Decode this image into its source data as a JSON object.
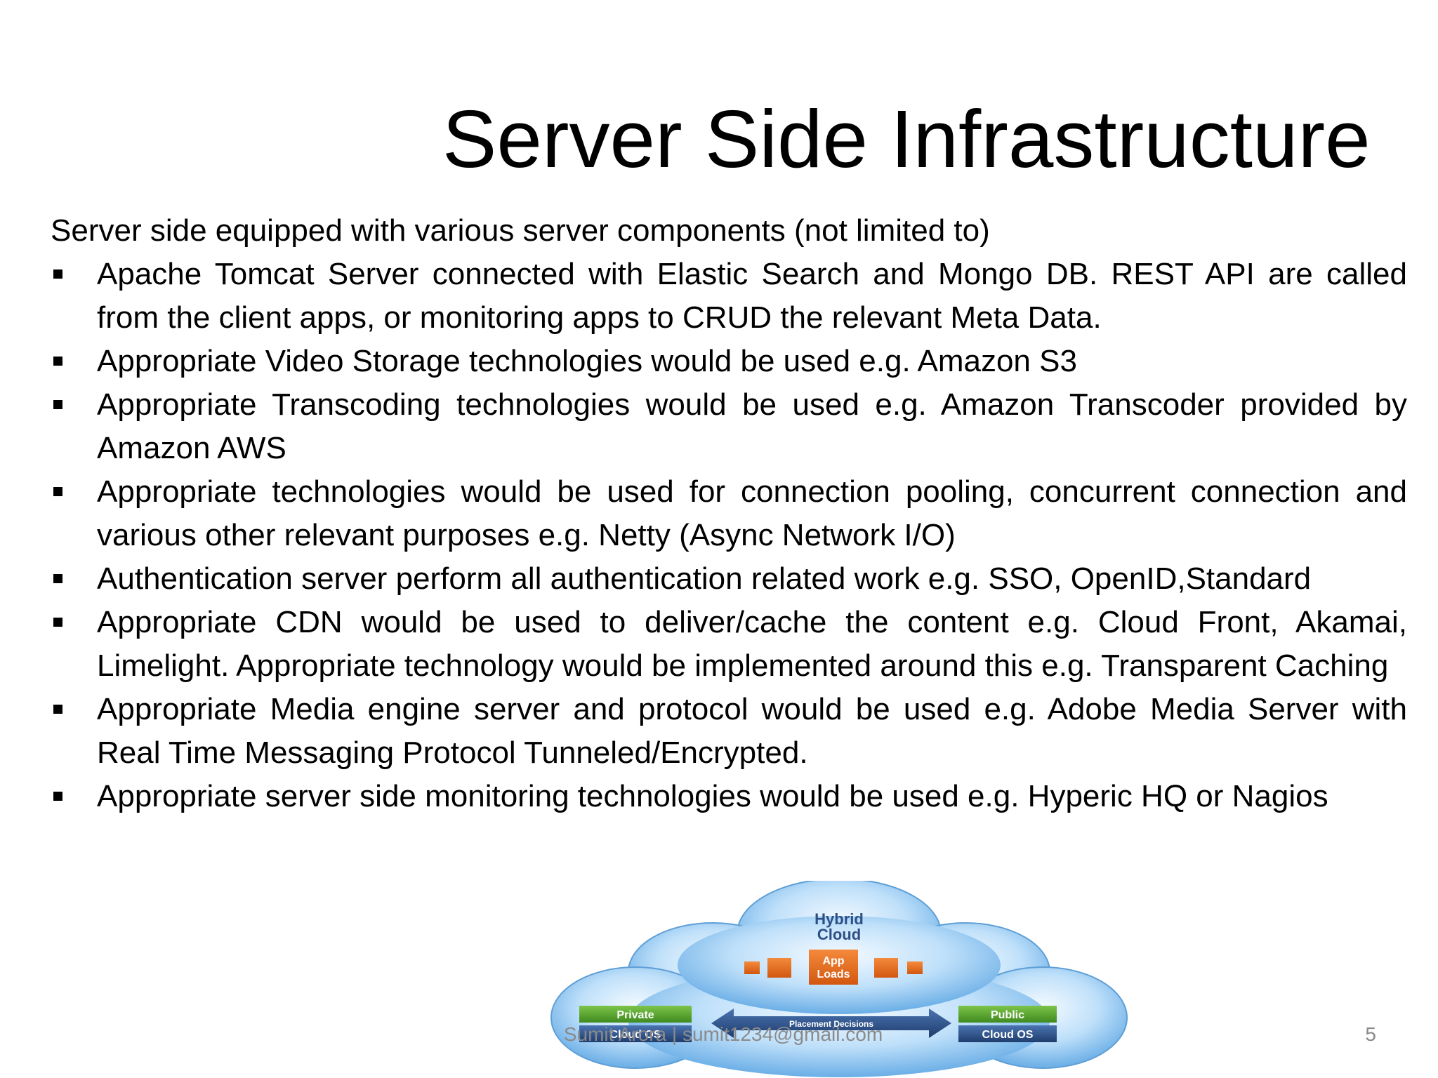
{
  "slide": {
    "title": "Server Side Infrastructure",
    "intro": "Server side equipped with  various server components (not limited to)",
    "bullets": [
      "Apache Tomcat Server connected with Elastic Search and Mongo DB. REST API are called from the client apps, or monitoring apps to CRUD the relevant Meta Data.",
      "Appropriate Video Storage technologies would be used e.g. Amazon S3",
      "Appropriate Transcoding technologies would be used e.g. Amazon Transcoder provided by Amazon AWS",
      "Appropriate technologies would be used for connection pooling, concurrent connection and various other relevant purposes e.g. Netty (Async Network I/O)",
      "Authentication server perform all authentication related work e.g. SSO, OpenID,Standard",
      "Appropriate CDN would be used to deliver/cache the content e.g. Cloud Front, Akamai, Limelight. Appropriate technology would be implemented around this e.g. Transparent Caching",
      "Appropriate Media engine server and protocol would be used e.g. Adobe Media Server with Real Time Messaging Protocol Tunneled/Encrypted.",
      "Appropriate server side monitoring technologies would be used e.g. Hyperic HQ or Nagios"
    ],
    "footer": {
      "author": "Sumit Arora | sumit1234@gmail.com",
      "page_number": "5"
    }
  },
  "graphic": {
    "hybrid_label_1": "Hybrid",
    "hybrid_label_2": "Cloud",
    "app_loads_1": "App",
    "app_loads_2": "Loads",
    "private_label": "Private",
    "private_os_label": "Cloud OS",
    "public_label": "Public",
    "public_os_label": "Cloud OS",
    "placement_label": "Placement Decisions",
    "colors": {
      "cloud_light": "#dcefff",
      "cloud_mid": "#8cc6f2",
      "cloud_dark": "#4a8fcf",
      "green": "#59a82f",
      "navy": "#2c4f86",
      "orange": "#e86a1c"
    }
  }
}
